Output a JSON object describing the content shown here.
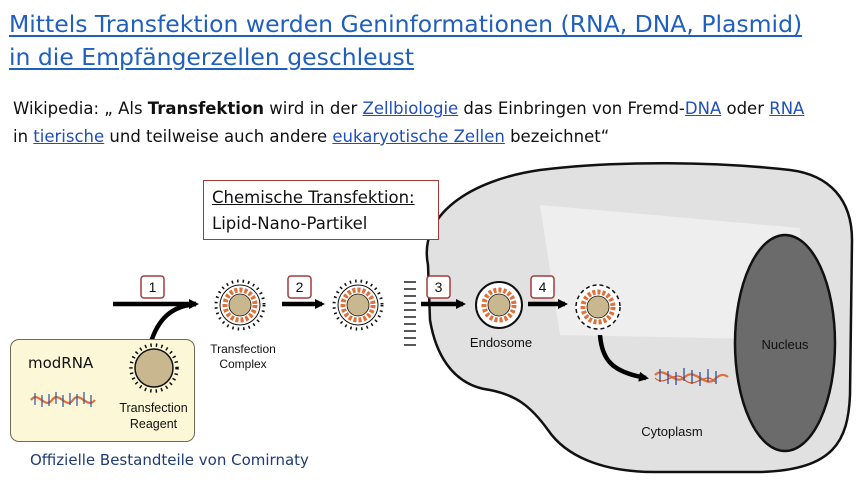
{
  "title": {
    "line1": "Mittels Transfektion werden Geninformationen (RNA, DNA, Plasmid)",
    "line2": "in die Empfängerzellen geschleust"
  },
  "wiki": {
    "prefix": "Wikipedia: „ Als ",
    "term": "Transfektion",
    "t2": " wird in der ",
    "link_zellbiologie": "Zellbiologie",
    "t3": " das Einbringen von Fremd-",
    "link_dna": "DNA",
    "t4": " oder ",
    "link_rna": "RNA",
    "t5": "in ",
    "link_tierische": "tierische",
    "t6": " und teilweise auch andere ",
    "link_eukaryotische": "eukaryotische Zellen",
    "t7": " bezeichnet“"
  },
  "chem_box": {
    "heading": "Chemische Transfektion:",
    "subtitle": "Lipid-Nano-Partikel"
  },
  "reagent_box": {
    "modrna_label": "modRNA",
    "reagent_label_line1": "Transfection",
    "reagent_label_line2": "Reagent"
  },
  "diagram": {
    "complex_label_line1": "Transfection",
    "complex_label_line2": "Complex",
    "endosome_label": "Endosome",
    "nucleus_label": "Nucleus",
    "cytoplasm_label": "Cytoplasm",
    "steps": [
      "1",
      "2",
      "3",
      "4"
    ],
    "colors": {
      "step_border": "#a33a3a",
      "cell_fill": "#e1e1e1",
      "nucleus_fill": "#6b6b6b",
      "particle_orange": "#e0703a",
      "reagent_fill": "#c9b78f"
    }
  },
  "footer": "Offizielle Bestandteile von Comirnaty"
}
